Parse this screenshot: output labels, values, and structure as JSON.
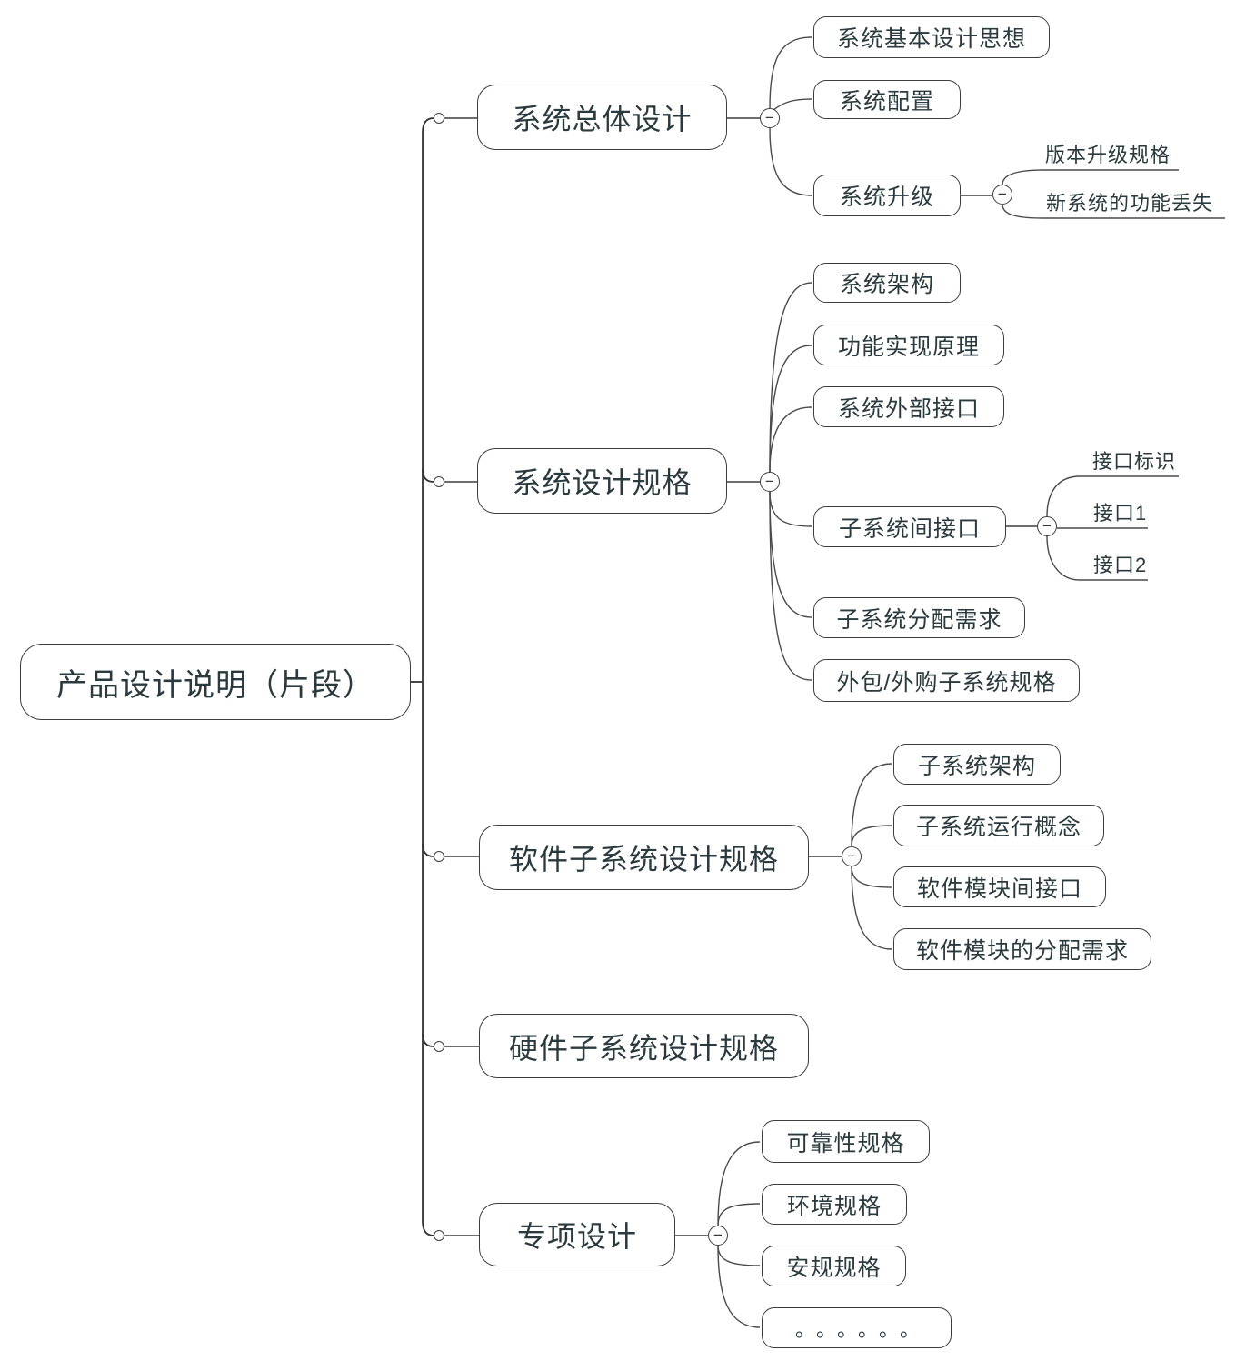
{
  "mindmap": {
    "toggle_glyph": "−",
    "colors": {
      "background": "#ffffff",
      "node_text": "#2b3a3e",
      "node_border": "#3d3d3d",
      "line": "#4a4a4a"
    },
    "root": {
      "label": "产品设计说明（片段）"
    },
    "branches": [
      {
        "label": "系统总体设计",
        "children": [
          {
            "label": "系统基本设计思想"
          },
          {
            "label": "系统配置"
          },
          {
            "label": "系统升级",
            "children": [
              {
                "label": "版本升级规格"
              },
              {
                "label": "新系统的功能丢失"
              }
            ]
          }
        ]
      },
      {
        "label": "系统设计规格",
        "children": [
          {
            "label": "系统架构"
          },
          {
            "label": "功能实现原理"
          },
          {
            "label": "系统外部接口"
          },
          {
            "label": "子系统间接口",
            "children": [
              {
                "label": "接口标识"
              },
              {
                "label": "接口1"
              },
              {
                "label": "接口2"
              }
            ]
          },
          {
            "label": "子系统分配需求"
          },
          {
            "label": "外包/外购子系统规格"
          }
        ]
      },
      {
        "label": "软件子系统设计规格",
        "children": [
          {
            "label": "子系统架构"
          },
          {
            "label": "子系统运行概念"
          },
          {
            "label": "软件模块间接口"
          },
          {
            "label": "软件模块的分配需求"
          }
        ]
      },
      {
        "label": "硬件子系统设计规格",
        "children": []
      },
      {
        "label": "专项设计",
        "children": [
          {
            "label": "可靠性规格"
          },
          {
            "label": "环境规格"
          },
          {
            "label": "安规规格"
          },
          {
            "label": "。。。。。。"
          }
        ]
      }
    ]
  }
}
